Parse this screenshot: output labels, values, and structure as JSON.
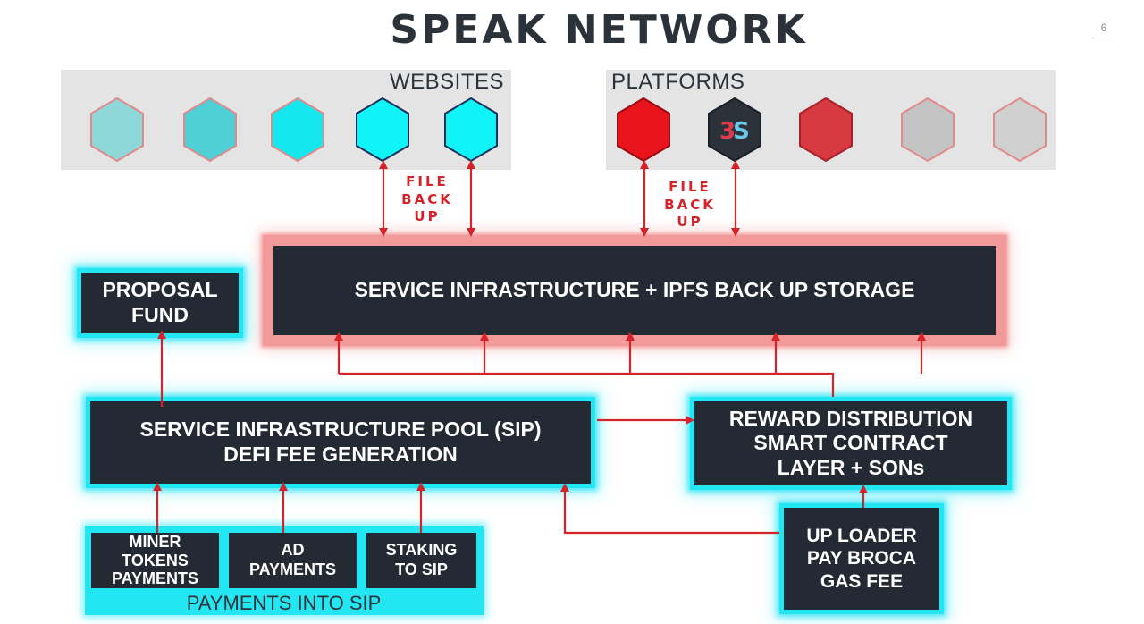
{
  "title": "SPEAK NETWORK",
  "page_number": "6",
  "websites": {
    "label": "WEBSITES",
    "hexagons": [
      {
        "fill": "#8fd8da",
        "stroke": "#e08a8a"
      },
      {
        "fill": "#4fd0d6",
        "stroke": "#e08a8a"
      },
      {
        "fill": "#14e8ee",
        "stroke": "#e08a8a"
      },
      {
        "fill": "#10f4f8",
        "stroke": "#1a2f5a"
      },
      {
        "fill": "#10f4f8",
        "stroke": "#1a2f5a"
      }
    ]
  },
  "platforms": {
    "label": "PLATFORMS",
    "hexagons": [
      {
        "fill": "#e8141c",
        "stroke": "#9a0a10"
      },
      {
        "fill": "#2b323a",
        "stroke": "#1a1f26",
        "logo": "3S"
      },
      {
        "fill": "#d83a42",
        "stroke": "#a82028"
      },
      {
        "fill": "#c4c4c4",
        "stroke": "#e08a8a"
      },
      {
        "fill": "#d0d0d0",
        "stroke": "#e08a8a"
      }
    ],
    "logo_colors": {
      "three": "#e23a4a",
      "s": "#6ac8e8"
    }
  },
  "file_backup_label": "FILE\nBACK\nUP",
  "file_backup_label_2": "FILE\nBACK\nUP",
  "service_infra_storage": "SERVICE INFRASTRUCTURE + IPFS BACK UP STORAGE",
  "proposal_fund": "PROPOSAL\nFUND",
  "sip": "SERVICE INFRASTRUCTURE POOL (SIP)\nDEFI FEE GENERATION",
  "reward": "REWARD DISTRIBUTION\nSMART CONTRACT\nLAYER + SONs",
  "payments": {
    "miner": "MINER\nTOKENS\nPAYMENTS",
    "ad": "AD\nPAYMENTS",
    "staking": "STAKING\nTO SIP",
    "label": "PAYMENTS INTO SIP"
  },
  "uploader": "UP LOADER\nPAY BROCA\nGAS FEE",
  "colors": {
    "arrow": "#d6232a",
    "box": "#232a33",
    "glow_cyan": "#22e6f2",
    "glow_red": "#f29a9a"
  }
}
